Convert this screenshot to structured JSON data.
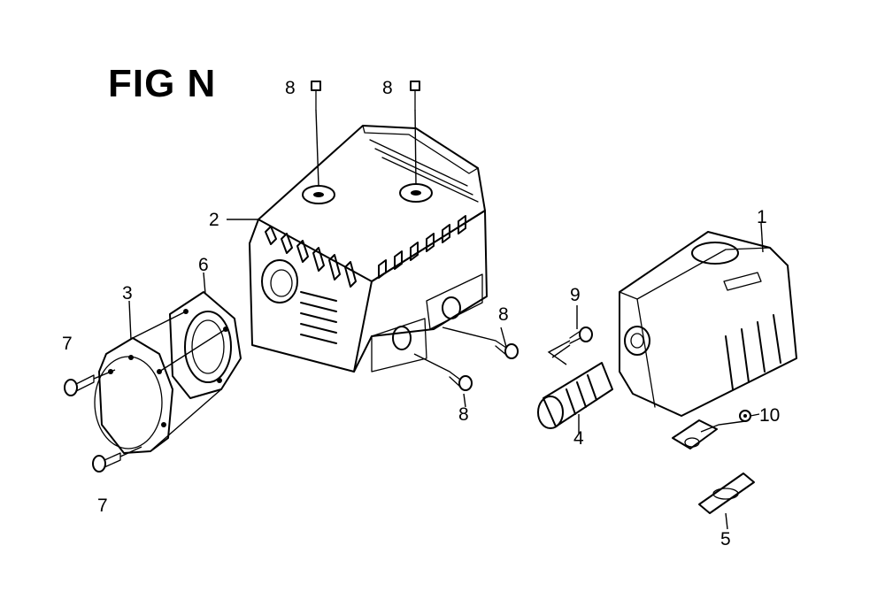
{
  "figure": {
    "title": "FIG N"
  },
  "callouts": {
    "c1": "1",
    "c2": "2",
    "c3": "3",
    "c4": "4",
    "c5": "5",
    "c6": "6",
    "c7a": "7",
    "c7b": "7",
    "c8a": "8",
    "c8b": "8",
    "c8c": "8",
    "c8d": "8",
    "c9": "9",
    "c10": "10"
  }
}
